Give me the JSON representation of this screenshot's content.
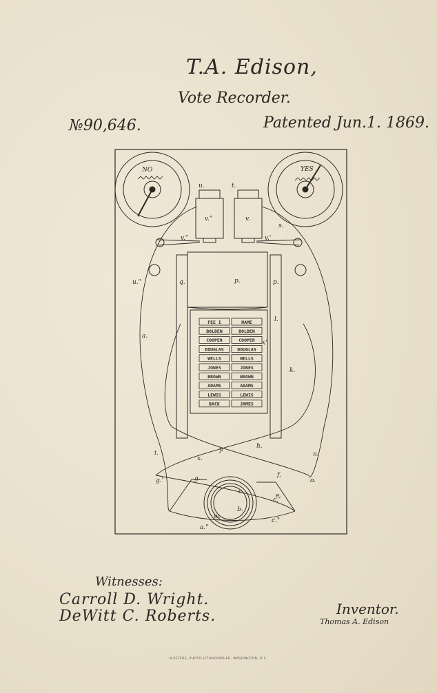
{
  "header": {
    "inventor_name": "T.A. Edison,",
    "invention_title": "Vote Recorder.",
    "patent_number": "№90,646.",
    "patent_date": "Patented Jun.1. 1869."
  },
  "drawing": {
    "dial_left_label": "NO",
    "dial_right_label": "YES",
    "roller_label": "p.",
    "magnet_left_label": "v.\"",
    "magnet_right_label": "v.",
    "reference_letters": [
      "u.",
      "t.",
      "s.",
      "v.\"",
      "v.'",
      "q.",
      "p.",
      "a.",
      "i.",
      "h.",
      "x.",
      "y.",
      "g.",
      "g.'",
      "f.",
      "e.",
      "c.",
      "c.'",
      "b.",
      "w.",
      "a.\"",
      "c.\"",
      "n.",
      "k.",
      "l.",
      "o.",
      "x'",
      "u.\""
    ],
    "name_plates_left": [
      "FEE I",
      "BOLDEN",
      "COOPER",
      "DOUGLAS",
      "WELLS",
      "JONES",
      "BROWN",
      "ADAMS",
      "LEWIS",
      "BACK"
    ],
    "name_plates_right": [
      "NAME",
      "BOLDEN",
      "COOPER",
      "DOUGLAS",
      "WELLS",
      "JONES",
      "BROWN",
      "ADAMS",
      "LEWIS",
      "JAMES"
    ]
  },
  "footer": {
    "witnesses_label": "Witnesses:",
    "witness_1": "Carroll D. Wright.",
    "witness_2": "DeWitt C. Roberts.",
    "inventor_label": "Inventor.",
    "inventor_signature": "Thomas A. Edison",
    "imprint": "N.PETERS, PHOTO-LITHOGRAPHER, WASHINGTON, D.C."
  }
}
